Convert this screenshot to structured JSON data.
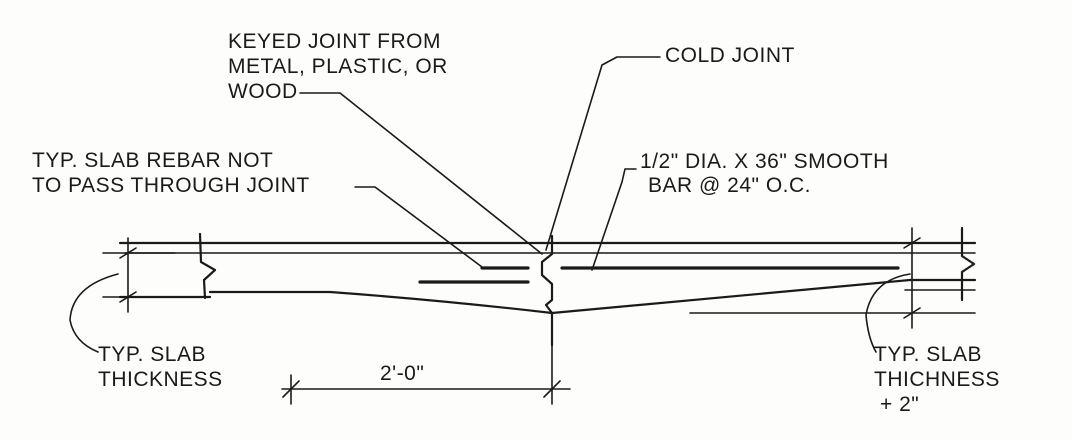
{
  "labels": {
    "keyed_joint": [
      "KEYED JOINT FROM",
      "METAL, PLASTIC, OR",
      "WOOD"
    ],
    "cold_joint": "COLD JOINT",
    "smooth_bar": [
      "1/2\" DIA. X 36\" SMOOTH",
      "BAR @ 24\" O.C."
    ],
    "rebar_note": [
      "TYP. SLAB REBAR NOT",
      "TO PASS THROUGH JOINT"
    ],
    "thickness_left": [
      "TYP. SLAB",
      "THICKNESS"
    ],
    "thickness_right": [
      "TYP. SLAB",
      "THICHNESS",
      "+ 2\""
    ],
    "dimension": "2'-0\""
  },
  "colors": {
    "ink": "#1a1a1a",
    "paper": "#fdfdfb"
  }
}
